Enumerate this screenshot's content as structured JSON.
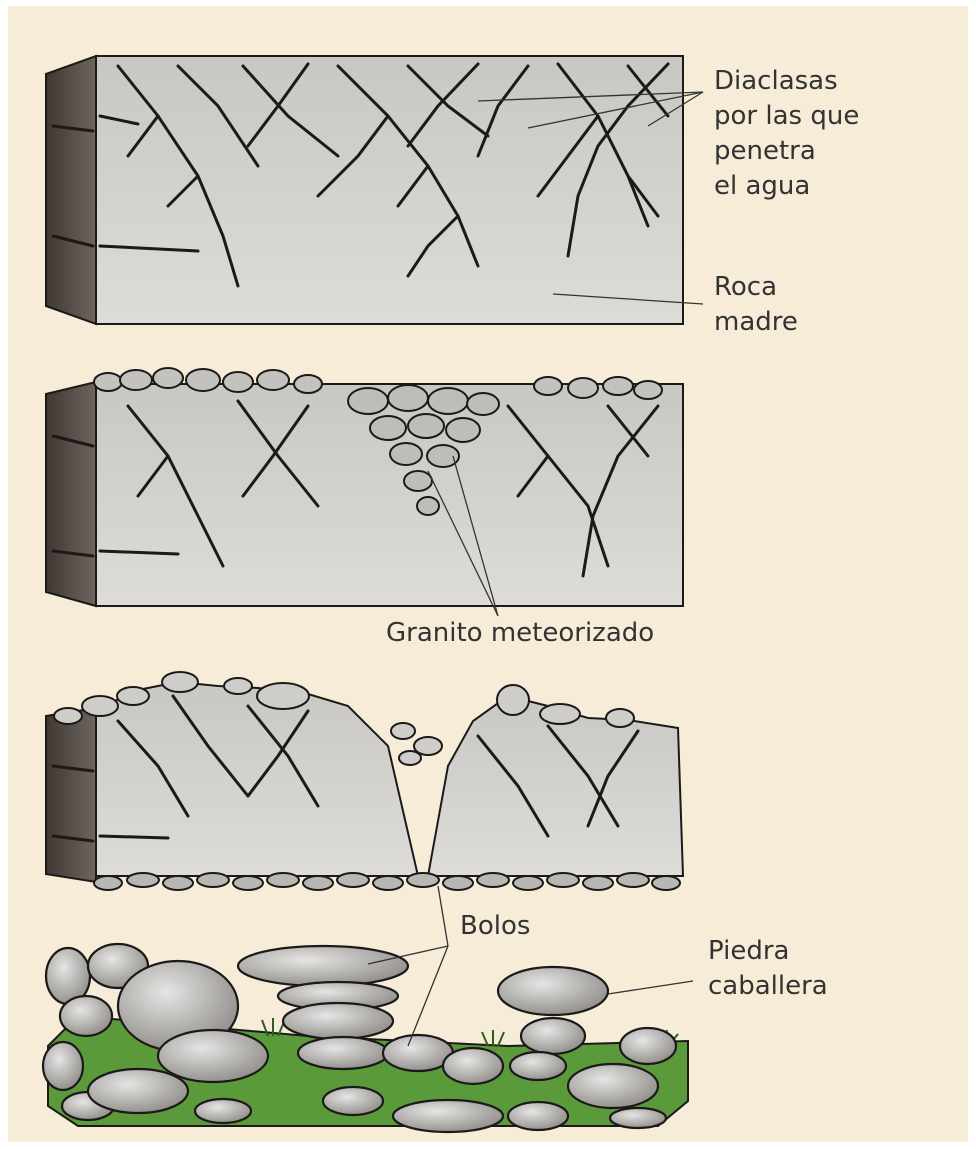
{
  "labels": {
    "diaclasas": [
      "Diaclasas",
      "por las que",
      "penetra",
      "el agua"
    ],
    "roca_madre": [
      "Roca",
      "madre"
    ],
    "granito": "Granito meteorizado",
    "bolos": "Bolos",
    "piedra_caballera": [
      "Piedra",
      "caballera"
    ]
  },
  "colors": {
    "background": "#f6ecd8",
    "rock_face": "#d6d4d1",
    "rock_side": "#5b534d",
    "crack": "#1c1a19",
    "grass": "#5a9a3b",
    "label_text": "#333333"
  }
}
